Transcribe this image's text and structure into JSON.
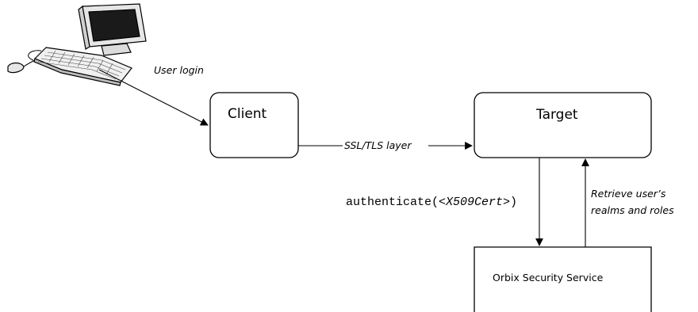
{
  "diagram": {
    "nodes": {
      "client": "Client",
      "target": "Target",
      "security_service": "Orbix Security Service"
    },
    "edge_labels": {
      "user_login": "User login",
      "ssl_tls": "SSL/TLS layer",
      "authenticate_prefix": "authenticate(",
      "authenticate_arg": "<X509Cert>",
      "authenticate_suffix": ")",
      "retrieve_line1": "Retrieve user’s",
      "retrieve_line2": "realms and roles"
    }
  }
}
